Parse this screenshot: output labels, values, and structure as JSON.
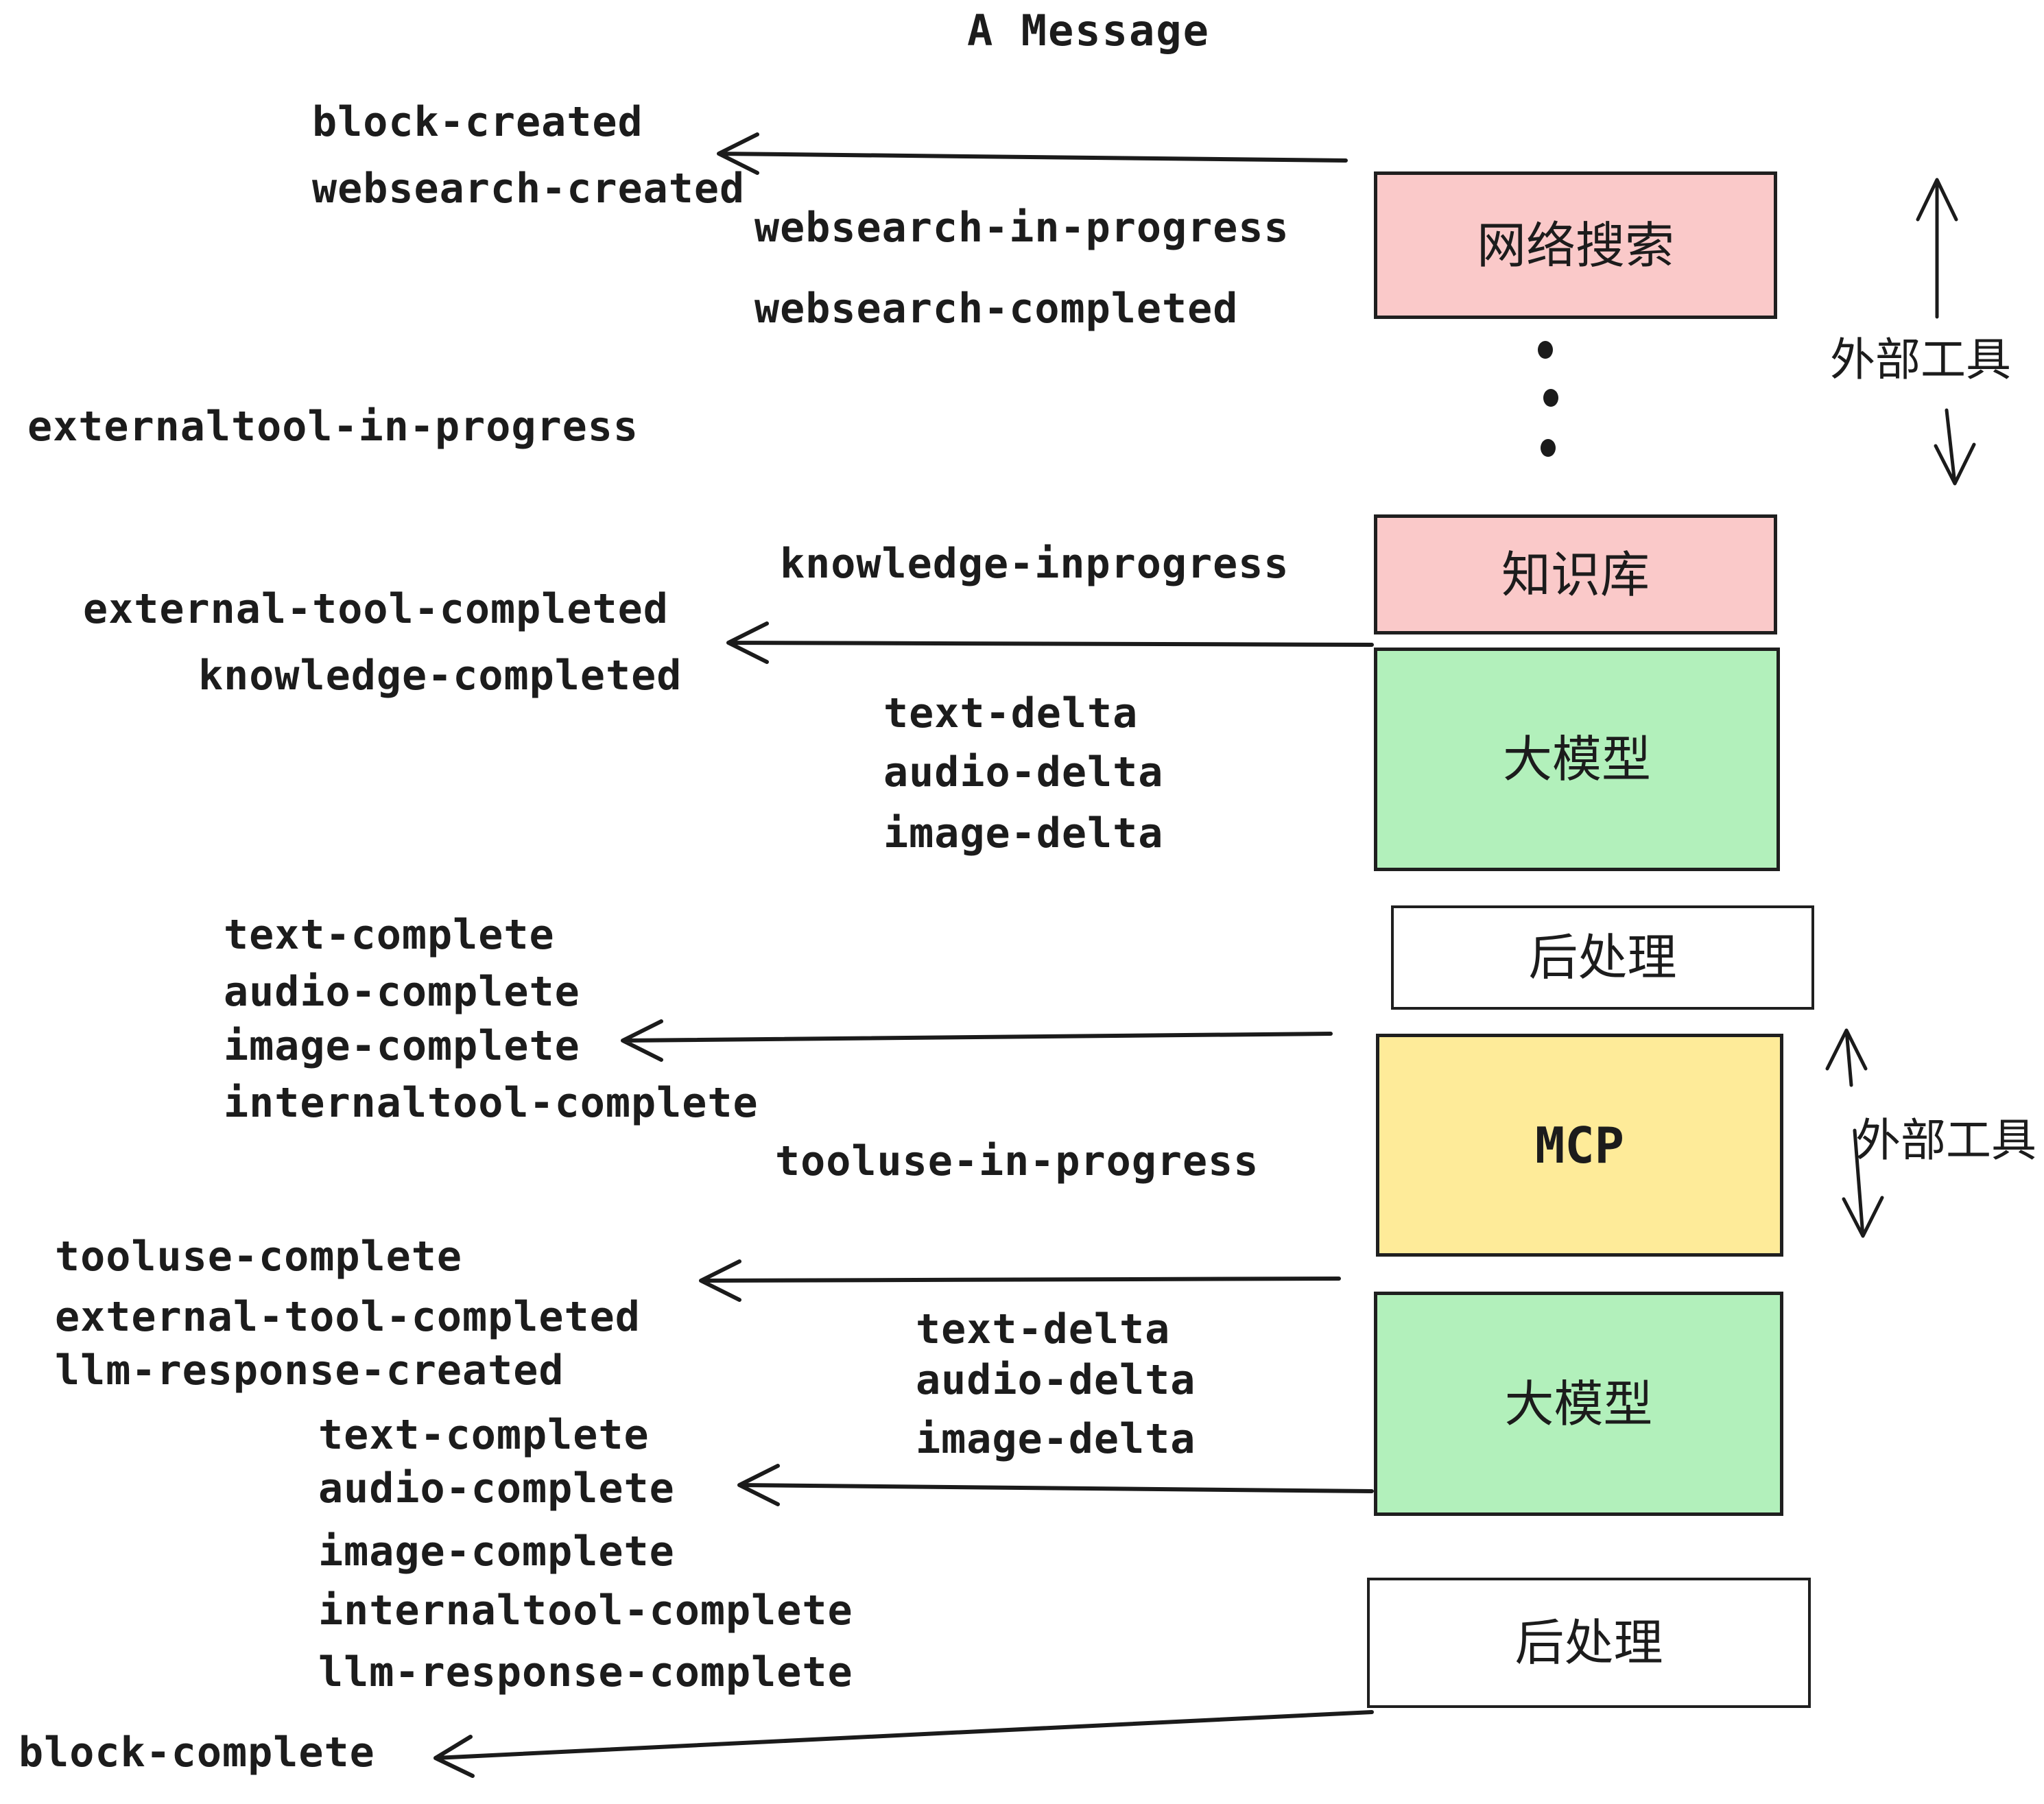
{
  "title": "A Message",
  "colors": {
    "pink": "#fac9c9",
    "green": "#b2f0bb",
    "yellow": "#feeb99",
    "white": "#ffffff",
    "ink": "#1c1c1c"
  },
  "boxes": {
    "websearch": {
      "label": "网络搜索"
    },
    "knowledge": {
      "label": "知识库"
    },
    "llm": {
      "label": "大模型"
    },
    "post": {
      "label": "后处理"
    },
    "mcp": {
      "label": "MCP"
    }
  },
  "side_labels": {
    "external_tools": "外部工具"
  },
  "events": {
    "block_created": "block-created",
    "websearch_created": "websearch-created",
    "websearch_in_progress": "websearch-in-progress",
    "websearch_completed": "websearch-completed",
    "externaltool_in_progress": "externaltool-in-progress",
    "knowledge_inprogress": "knowledge-inprogress",
    "external_tool_completed": "external-tool-completed",
    "knowledge_completed": "knowledge-completed",
    "text_delta": "text-delta",
    "audio_delta": "audio-delta",
    "image_delta": "image-delta",
    "text_complete": "text-complete",
    "audio_complete": "audio-complete",
    "image_complete": "image-complete",
    "internaltool_complete": "internaltool-complete",
    "tooluse_in_progress": "tooluse-in-progress",
    "tooluse_complete": "tooluse-complete",
    "llm_response_created": "llm-response-created",
    "llm_response_complete": "llm-response-complete",
    "block_complete": "block-complete"
  }
}
